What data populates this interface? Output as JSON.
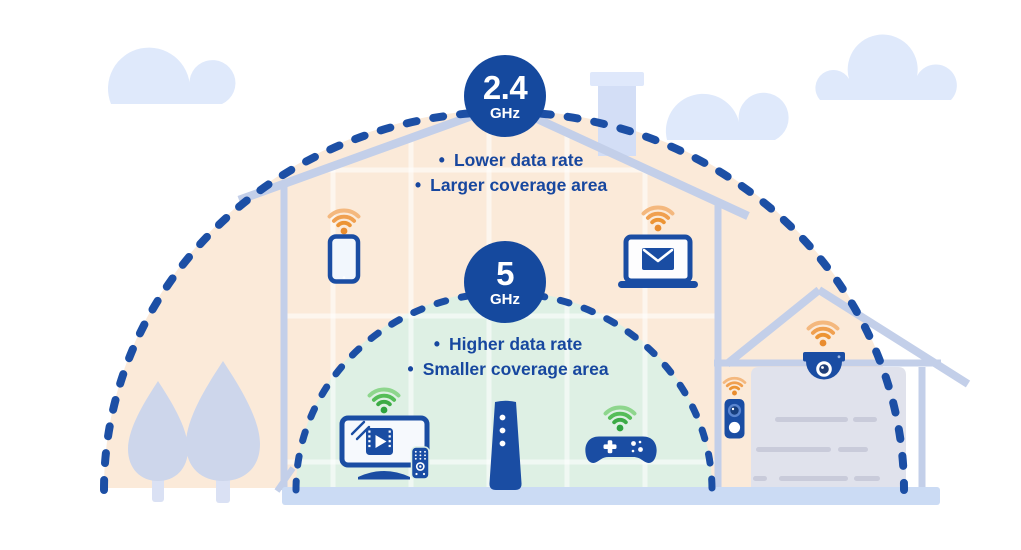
{
  "band_24": {
    "badge_value": "2.4",
    "badge_unit": "GHz",
    "bullet": "•",
    "note_1": "Lower data rate",
    "note_2": "Larger coverage area"
  },
  "band_5": {
    "badge_value": "5",
    "badge_unit": "GHz",
    "bullet": "•",
    "note_1": "Higher data rate",
    "note_2": "Smaller coverage area"
  },
  "devices": {
    "band_24_devices": [
      "smartphone",
      "laptop-email",
      "video-doorbell",
      "security-camera"
    ],
    "band_5_devices": [
      "smart-tv",
      "remote-control",
      "router",
      "game-controller"
    ],
    "wifi_24_signal": "wifi-signal-orange",
    "wifi_5_signal": "wifi-signal-green"
  },
  "colors": {
    "primary_blue": "#1a4da3",
    "badge_blue": "#15499e",
    "text_blue": "#17479f",
    "dash_blue": "#1c4fa5",
    "wifi_24_orange": "#ec9434",
    "wifi_5_green": "#3cab45",
    "coverage_24_fill": "#fbead9",
    "coverage_5_fill": "#def0e4",
    "structure_blue_gray": "#c3cfe9",
    "ground_blue": "#cbdbf4",
    "cloud_blue": "#dfe9fb",
    "tree_blue": "#cdd6eb",
    "garage_door_gray": "#e0e2ec"
  }
}
